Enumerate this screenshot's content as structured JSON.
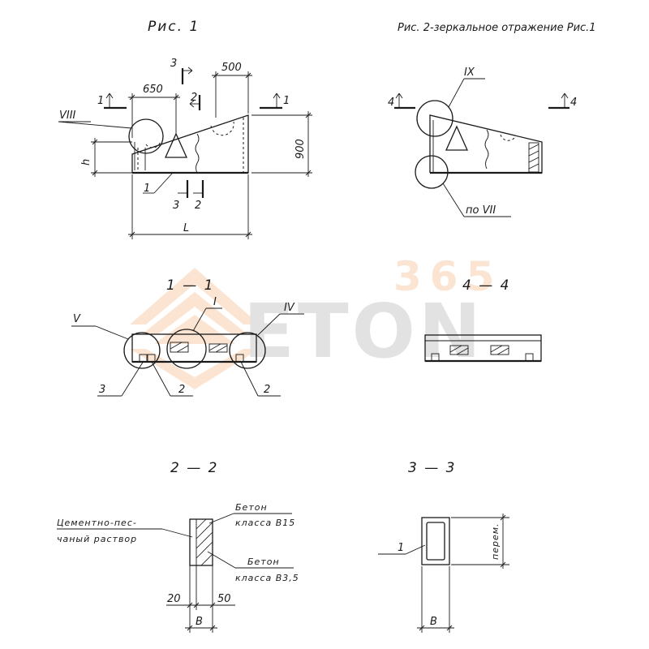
{
  "figures": {
    "fig1_title": "Рис. 1",
    "fig2_title": "Рис. 2-зеркальное отражение Рис.1"
  },
  "fig1": {
    "dim_650": "650",
    "dim_500": "500",
    "dim_900": "900",
    "dim_h": "h",
    "dim_L": "L",
    "callout_viii": "VIII",
    "section_marks": [
      "1",
      "1",
      "2",
      "2",
      "3",
      "3"
    ],
    "leader_1": "1"
  },
  "fig2": {
    "callout_ix": "IX",
    "section_mark_4": "4",
    "callout_po_vii": "по VII"
  },
  "sections": {
    "s11_title": "1 — 1",
    "s44_title": "4 — 4",
    "s22_title": "2 — 2",
    "s33_title": "3 — 3"
  },
  "section_1_1": {
    "callout_v": "V",
    "callout_i": "I",
    "callout_iv": "IV",
    "leader_3": "3",
    "leader_2a": "2",
    "leader_2b": "2"
  },
  "section_2_2": {
    "label_mortar_1": "Цементно-пес-",
    "label_mortar_2": "чаный раствор",
    "label_concrete_b15_1": "Бетон",
    "label_concrete_b15_2": "класса В15",
    "label_concrete_b35_1": "Бетон",
    "label_concrete_b35_2": "класса В3,5",
    "dim_20": "20",
    "dim_50": "50",
    "dim_b": "В"
  },
  "section_3_3": {
    "leader_1": "1",
    "dim_perem": "перем.",
    "dim_b": "В"
  },
  "watermark": {
    "digits": "365",
    "word": "ETON",
    "color_orange": "#f4a15d",
    "color_grey": "#9a9a9a"
  }
}
